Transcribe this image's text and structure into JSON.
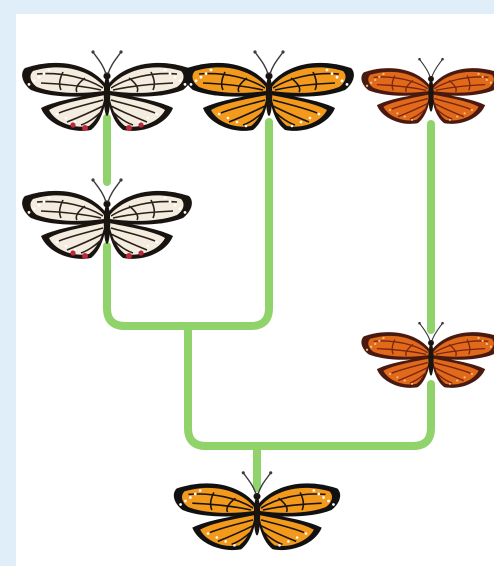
{
  "diagram": {
    "background_color": "#dfeef8",
    "panel_color": "#ffffff",
    "branch_color": "#8fd36a",
    "nodes": [
      {
        "id": "white-ancestor-top",
        "morph": "white",
        "colors": {
          "base": "#f3ecdf",
          "shade": "#c9b9a3",
          "vein": "#2b211b",
          "border": "#1a1410",
          "spot": "#ffffff",
          "accent": "#c0283a"
        }
      },
      {
        "id": "monarch-top",
        "morph": "monarch",
        "colors": {
          "base": "#f39a1d",
          "shade": "#e2760b",
          "vein": "#1a1410",
          "border": "#111111",
          "spot": "#ffffff"
        }
      },
      {
        "id": "red-ancestor-top",
        "morph": "red",
        "colors": {
          "base": "#e06a1a",
          "shade": "#b3341a",
          "vein": "#7a2413",
          "border": "#4a1a10",
          "spot": "#f6c07a"
        }
      },
      {
        "id": "white-middle",
        "morph": "white"
      },
      {
        "id": "red-middle",
        "morph": "red"
      },
      {
        "id": "monarch-hybrid-bottom",
        "morph": "monarch"
      }
    ]
  }
}
